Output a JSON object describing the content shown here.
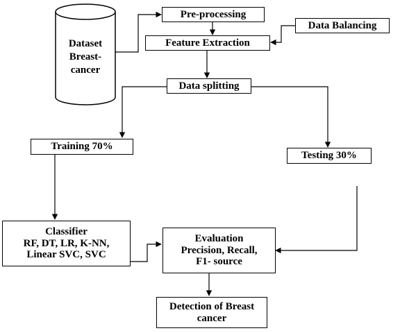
{
  "diagram": {
    "dataset": {
      "line1": "Dataset",
      "line2": "Breast-",
      "line3": "cancer"
    },
    "preprocessing": "Pre-processing",
    "feature_extraction": "Feature Extraction",
    "data_balancing": "Data Balancing",
    "data_splitting": "Data splitting",
    "training": "Training 70%",
    "testing": "Testing 30%",
    "classifier": {
      "line1": "Classifier",
      "line2": "RF, DT, LR, K-NN,",
      "line3": "Linear SVC, SVC"
    },
    "evaluation": {
      "line1": "Evaluation",
      "line2": "Precision, Recall,",
      "line3": "F1- source"
    },
    "detection": {
      "line1": "Detection of Breast",
      "line2": "cancer"
    }
  },
  "colors": {
    "stroke": "#000000",
    "fill": "#ffffff"
  }
}
